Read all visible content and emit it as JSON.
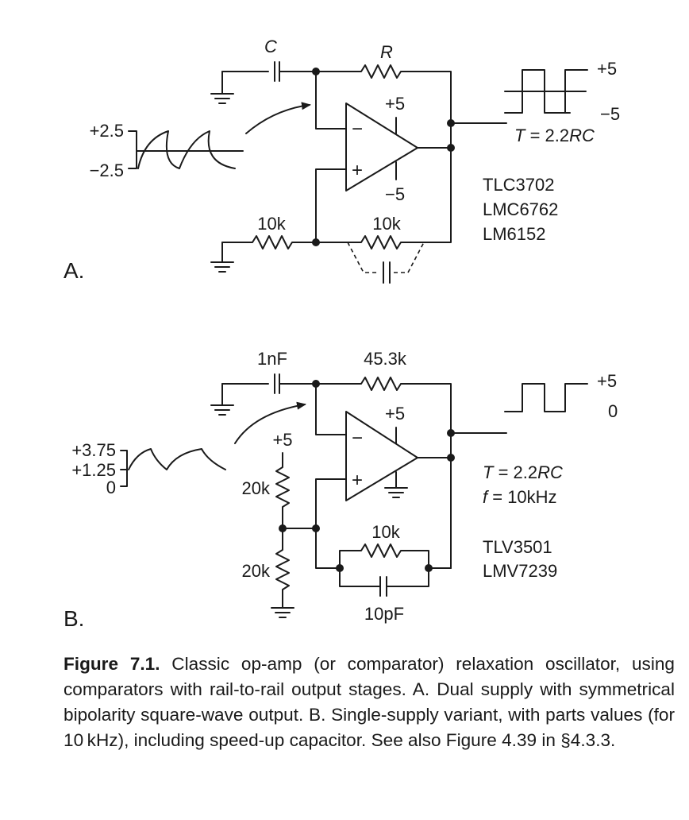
{
  "panel_a": {
    "letter": "A.",
    "cap_label": "C",
    "res_label": "R",
    "supply_pos": "+5",
    "supply_neg": "−5",
    "minus_sign": "−",
    "plus_sign": "+",
    "in_high": "+2.5",
    "in_low": "−2.5",
    "out_high": "+5",
    "out_low": "−5",
    "period_pre": "T",
    "period_mid": " = 2.2",
    "period_rc": "RC",
    "r_bottom_left": "10k",
    "r_bottom_right": "10k",
    "parts": [
      "TLC3702",
      "LMC6762",
      "LM6152"
    ]
  },
  "panel_b": {
    "letter": "B.",
    "cap_label": "1nF",
    "res_label": "45.3k",
    "supply_pos": "+5",
    "divider_supply": "+5",
    "minus_sign": "−",
    "plus_sign": "+",
    "in_high": "+3.75",
    "in_mid": "+1.25",
    "in_low": "0",
    "out_high": "+5",
    "out_low": "0",
    "r_div_top": "20k",
    "r_div_bot": "20k",
    "r_feedback": "10k",
    "c_speedup": "10pF",
    "period_pre": "T",
    "period_mid": " = 2.2",
    "period_rc": "RC",
    "freq_pre": "f",
    "freq_rest": " = 10kHz",
    "parts": [
      "TLV3501",
      "LMV7239"
    ]
  },
  "caption": {
    "label": "Figure 7.1.",
    "text": " Classic op-amp (or comparator) relaxation oscillator, using comparators with rail-to-rail output stages. A. Dual supply with symmetrical bipolarity square-wave output. B. Single-supply variant, with parts values (for 10 kHz), including speed-up capacitor. See also Figure 4.39 in §4.3.3."
  }
}
